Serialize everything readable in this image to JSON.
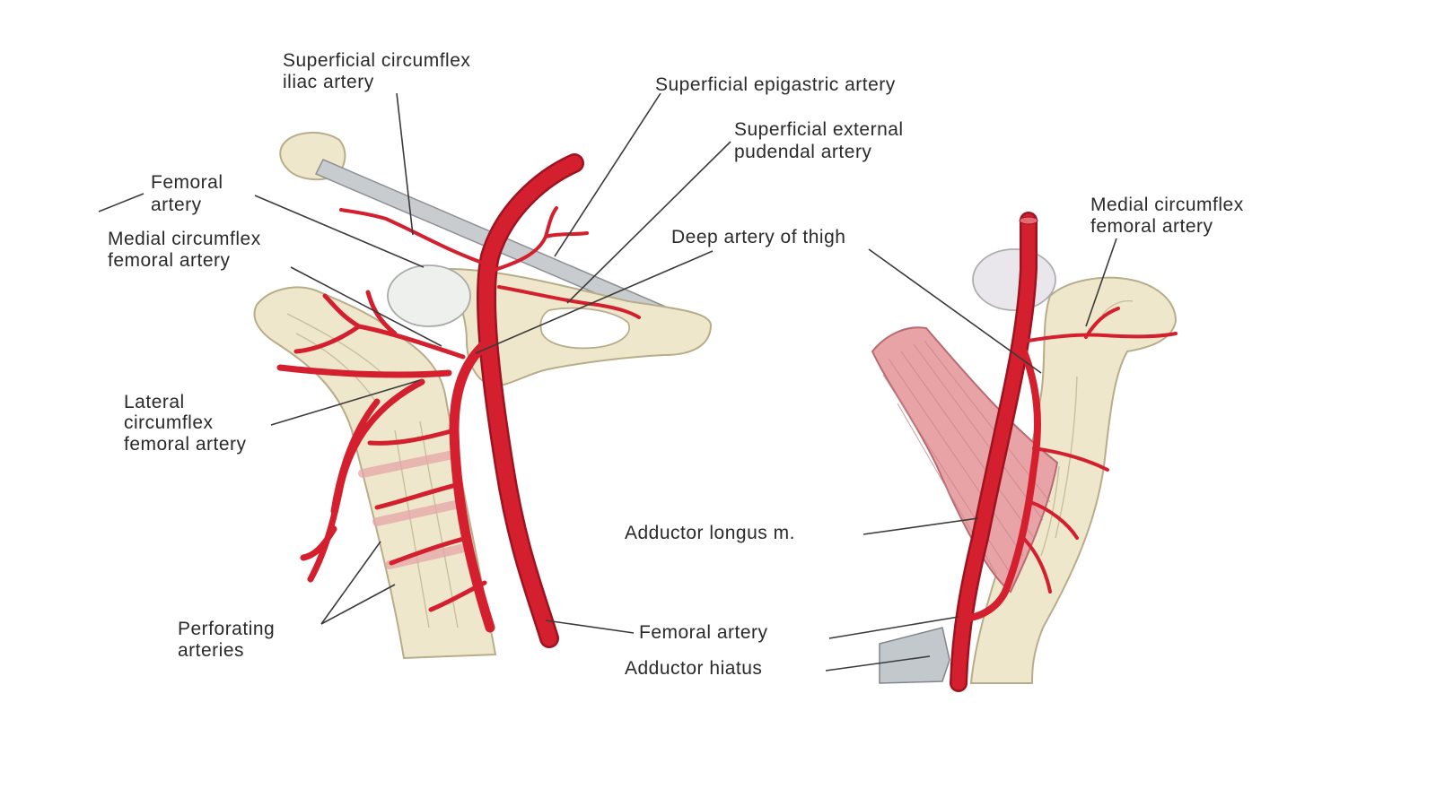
{
  "labels": {
    "sup_circ_iliac_1": "Superficial circumflex",
    "sup_circ_iliac_2": "iliac artery",
    "sup_epigastric": "Superficial epigastric artery",
    "sup_ext_pudendal_1": "Superficial external",
    "sup_ext_pudendal_2": "pudendal artery",
    "femoral_left_1": "Femoral",
    "femoral_left_2": "artery",
    "medial_circ_left_1": "Medial circumflex",
    "medial_circ_left_2": "femoral artery",
    "deep_artery_thigh": "Deep artery of thigh",
    "medial_circ_right_1": "Medial circumflex",
    "medial_circ_right_2": "femoral artery",
    "lateral_circ_1": "Lateral",
    "lateral_circ_2": "circumflex",
    "lateral_circ_3": "femoral artery",
    "adductor_longus": "Adductor longus m.",
    "perforating_1": "Perforating",
    "perforating_2": "arteries",
    "femoral_bottom": "Femoral artery",
    "adductor_hiatus": "Adductor hiatus"
  },
  "colors": {
    "artery": "#d41f2e",
    "bone": "#efe7cc",
    "muscle": "#e7a3a6",
    "leader": "#3a3a3a"
  }
}
